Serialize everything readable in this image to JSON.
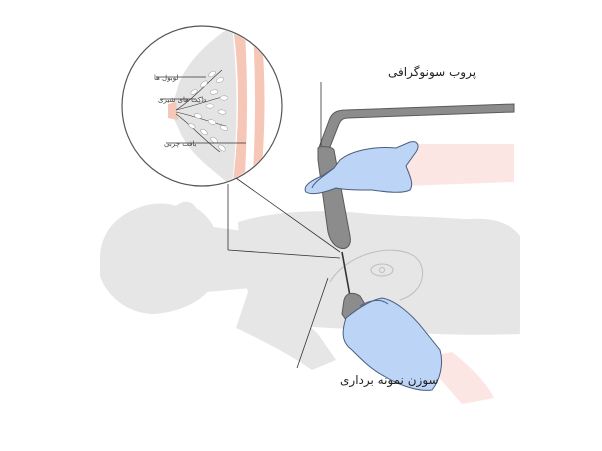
{
  "labels": {
    "probe": "پروب سونوگرافی",
    "needle": "سوزن نمونه برداری",
    "lobules": "لوبول ها",
    "milk_ducts": "داکت های شیری",
    "fat_tissue": "بافت چربی"
  },
  "colors": {
    "body": "#e6e6e6",
    "body_outline": "#bdbdbd",
    "glove": "#bcd4f6",
    "glove_outline": "#4a5e7e",
    "skin": "#fbe6e4",
    "probe": "#8c8c8c",
    "probe_dark": "#5a5a5a",
    "breast_tissue": "#e4e4e4",
    "skin_layer": "#f6c6b6",
    "lobule": "#ffffff",
    "line": "#333333"
  }
}
